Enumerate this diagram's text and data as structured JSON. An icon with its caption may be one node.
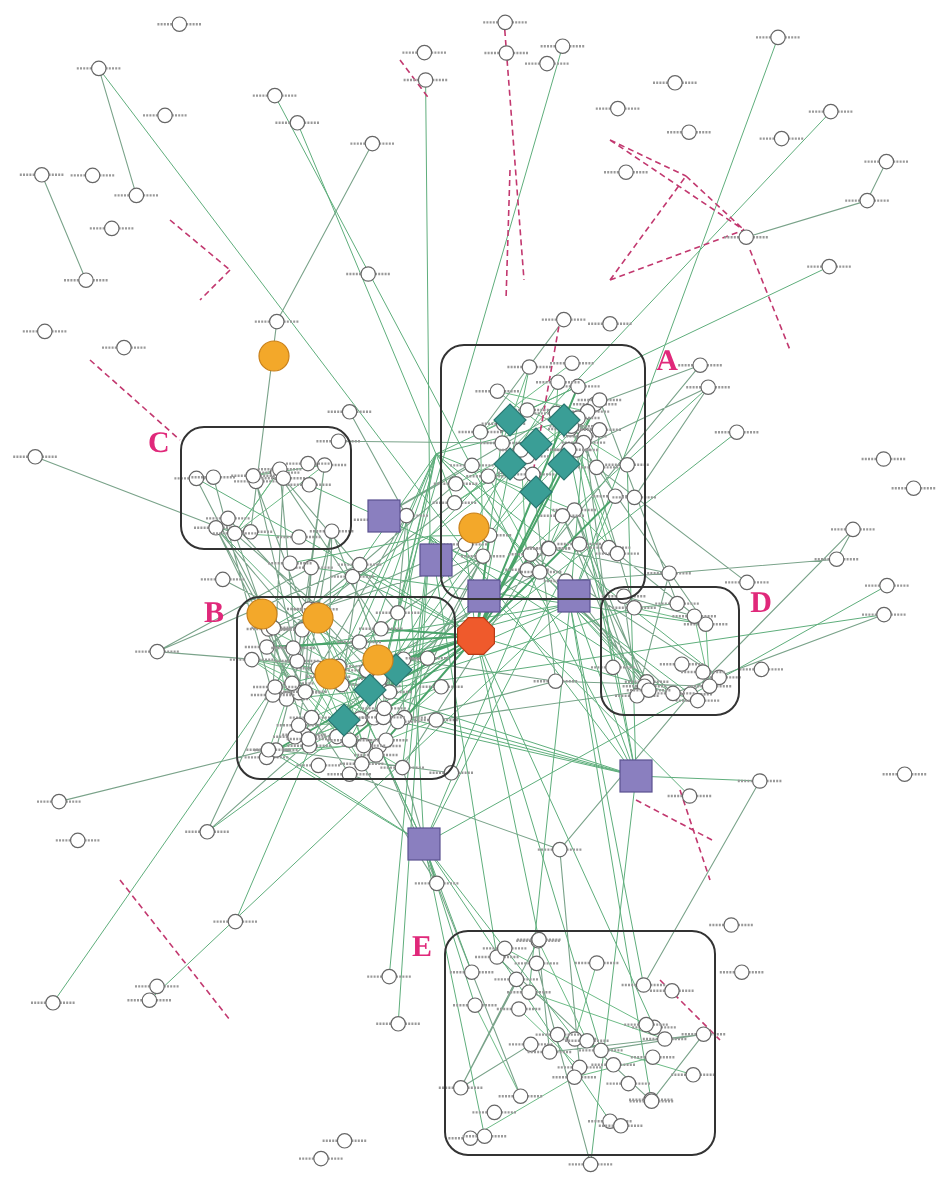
{
  "diagram": {
    "labels": [
      "A",
      "C",
      "B",
      "D",
      "E"
    ]
  }
}
